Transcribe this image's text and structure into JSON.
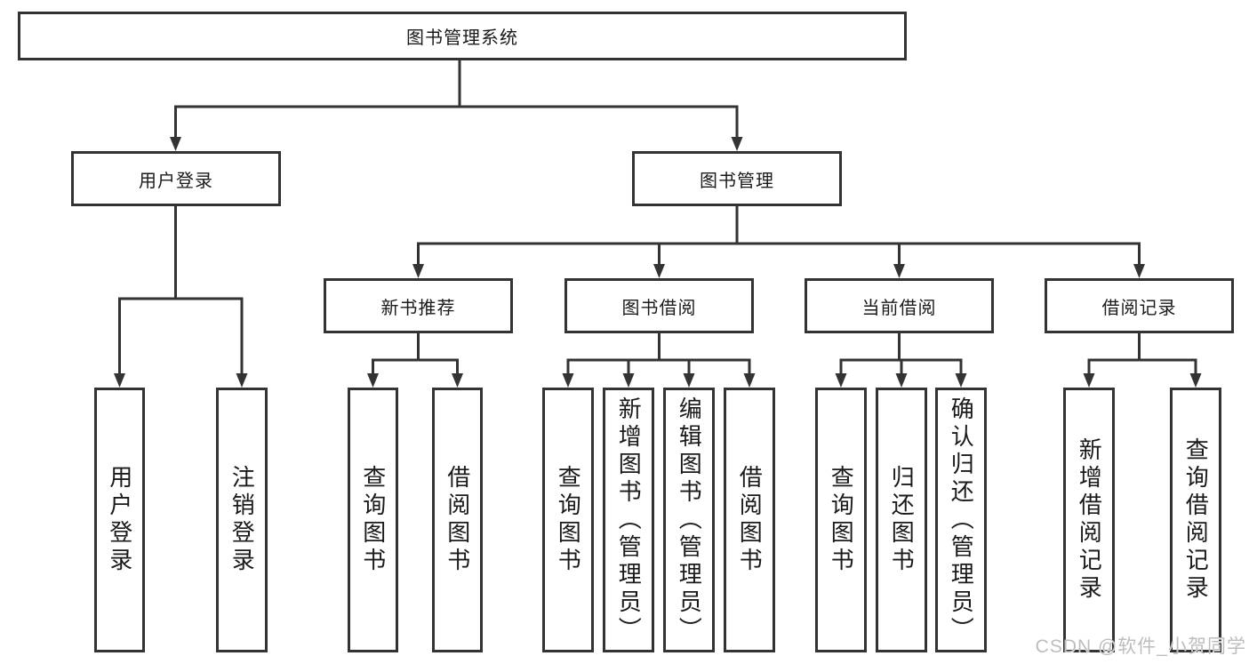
{
  "tree": {
    "root": {
      "label": "图书管理系统"
    },
    "branches": [
      {
        "label": "用户登录",
        "children": [
          {
            "label": "用户登录"
          },
          {
            "label": "注销登录"
          }
        ]
      },
      {
        "label": "图书管理",
        "children": [
          {
            "label": "新书推荐",
            "children": [
              {
                "label": "查询图书"
              },
              {
                "label": "借阅图书"
              }
            ]
          },
          {
            "label": "图书借阅",
            "children": [
              {
                "label": "查询图书"
              },
              {
                "label": "新增图书（管理员）"
              },
              {
                "label": "编辑图书（管理员）"
              },
              {
                "label": "借阅图书"
              }
            ]
          },
          {
            "label": "当前借阅",
            "children": [
              {
                "label": "查询图书"
              },
              {
                "label": "归还图书"
              },
              {
                "label": "确认归还（管理员）"
              }
            ]
          },
          {
            "label": "借阅记录",
            "children": [
              {
                "label": "新增借阅记录"
              },
              {
                "label": "查询借阅记录"
              }
            ]
          }
        ]
      }
    ]
  },
  "watermark": "CSDN @软件_小贺同学",
  "colors": {
    "line": "#333333",
    "text": "#1a1a1a",
    "background": "#ffffff",
    "watermark": "#bdbdbd"
  }
}
